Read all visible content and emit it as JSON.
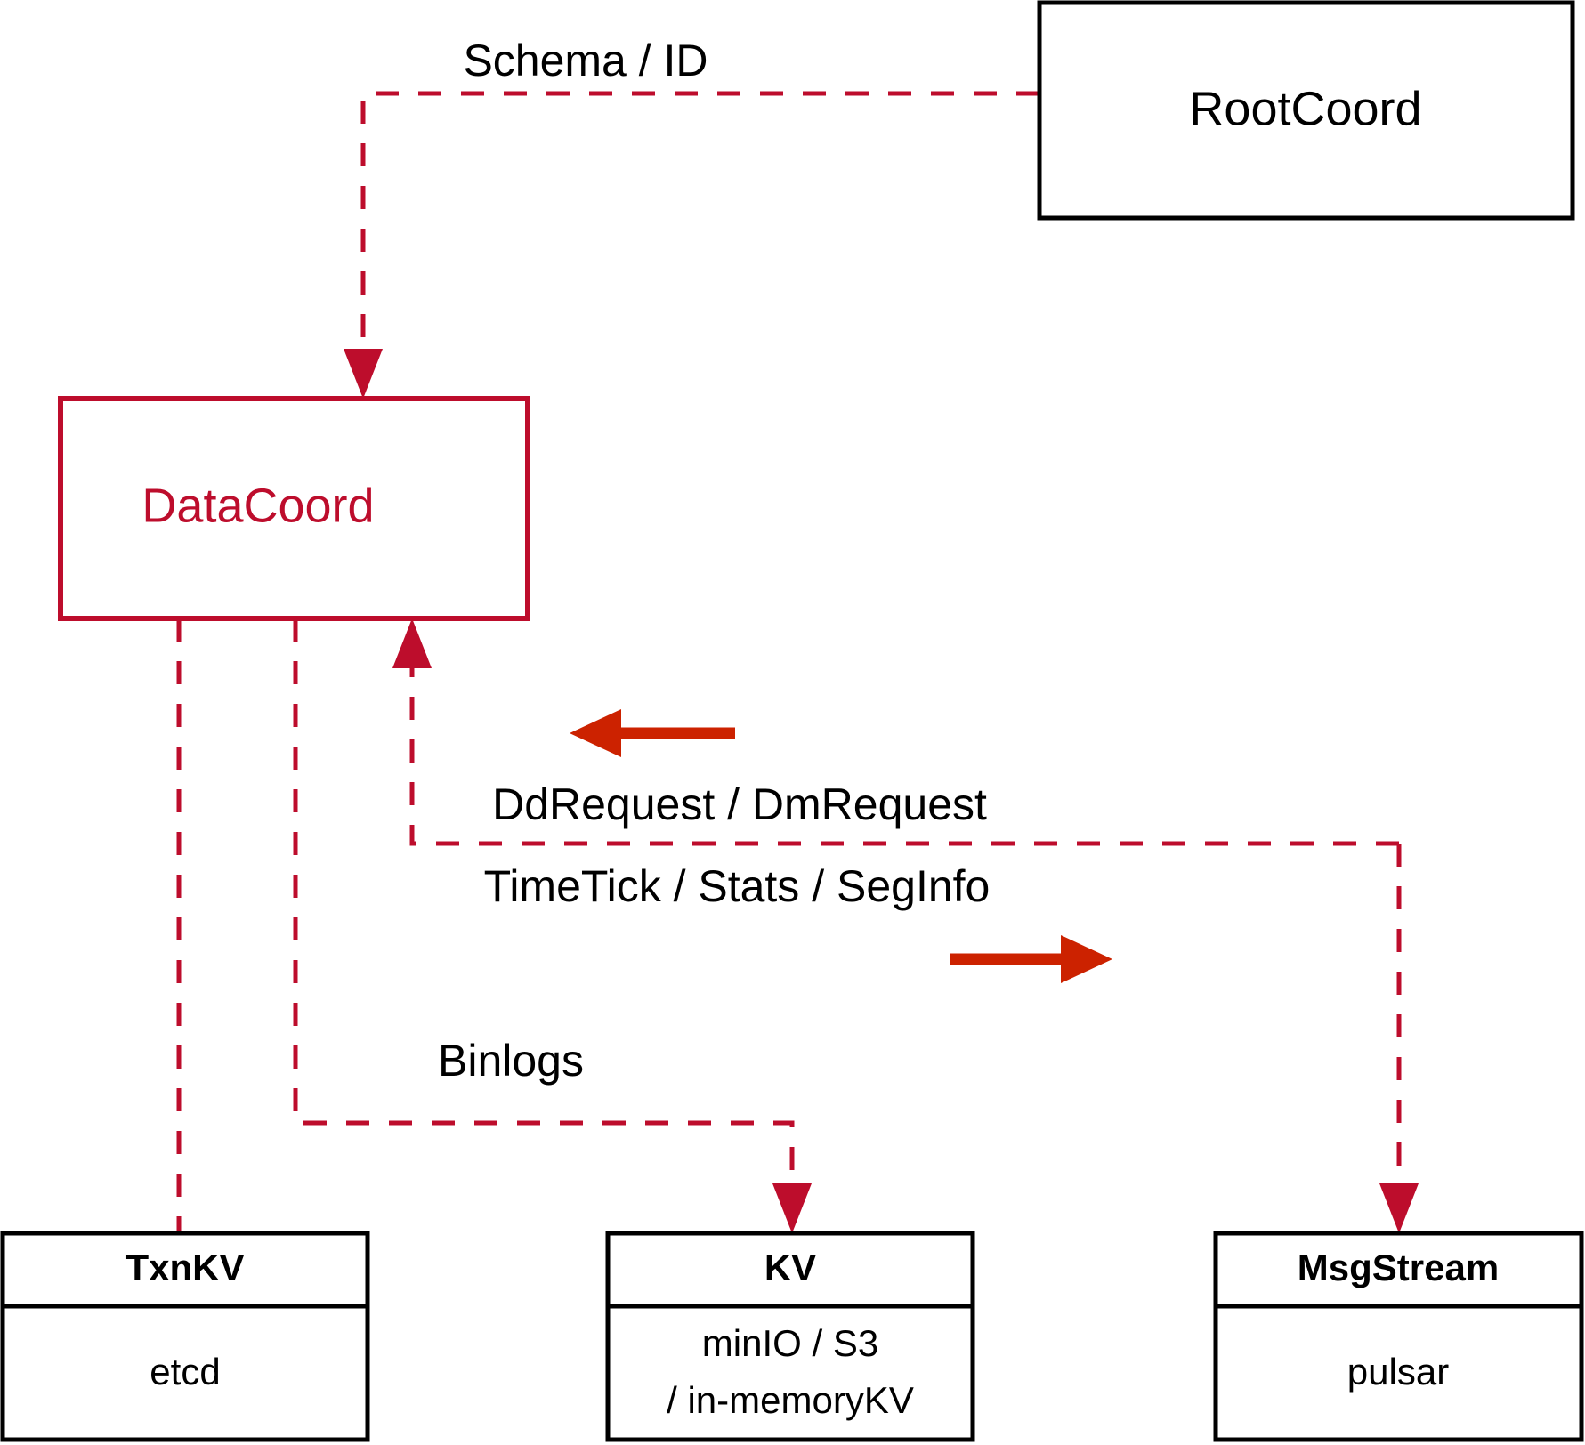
{
  "diagram": {
    "title": "DataCoord component interaction diagram",
    "colors": {
      "accent_red": "#bd0d2c",
      "arrow_red": "#cc2200",
      "node_stroke": "#000000",
      "background": "#ffffff"
    },
    "nodes": {
      "rootcoord": {
        "label": "RootCoord",
        "style": "plain-black-box"
      },
      "datacoord": {
        "label": "DataCoord",
        "style": "plain-red-box"
      },
      "txnkv": {
        "header": "TxnKV",
        "body_line1": "etcd",
        "body_line2": "",
        "style": "split-box"
      },
      "kv": {
        "header": "KV",
        "body_line1": "minIO / S3",
        "body_line2": "/ in-memoryKV",
        "style": "split-box"
      },
      "msgstream": {
        "header": "MsgStream",
        "body_line1": "pulsar",
        "body_line2": "",
        "style": "split-box"
      }
    },
    "edges": {
      "schema_id": {
        "label": "Schema / ID",
        "from": "rootcoord",
        "to": "datacoord",
        "style": "dashed",
        "arrowhead": "down"
      },
      "dd_dm_request": {
        "label": "DdRequest / DmRequest",
        "from": "msgstream",
        "to": "datacoord",
        "style": "dashed",
        "direction_marker": "left-arrow"
      },
      "timetick_stats_seginfo": {
        "label": "TimeTick / Stats / SegInfo",
        "from": "datacoord",
        "to": "msgstream",
        "style": "dashed",
        "direction_marker": "right-arrow"
      },
      "binlogs": {
        "label": "Binlogs",
        "from": "datacoord",
        "to": "kv",
        "style": "dashed",
        "arrowhead": "down"
      },
      "txnkv_link": {
        "label": "",
        "from": "datacoord",
        "to": "txnkv",
        "style": "dashed",
        "arrowhead": "none"
      }
    }
  }
}
